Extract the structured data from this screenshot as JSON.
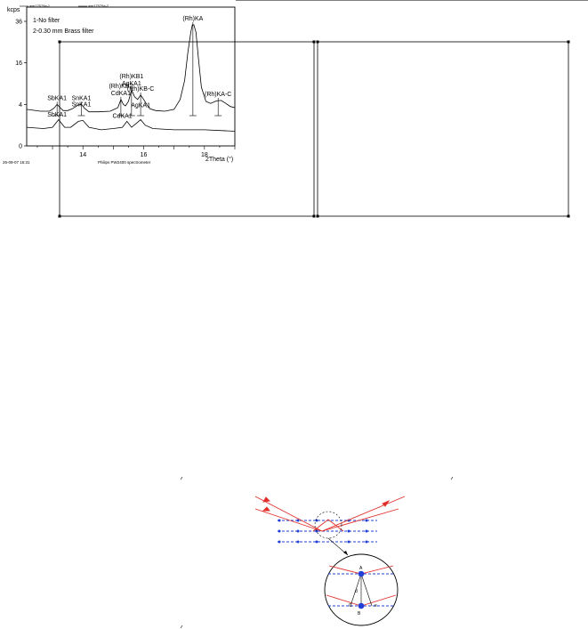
{
  "chart_data": {
    "type": "line",
    "ylabel": "kcps",
    "xlabel": "2Theta (°)",
    "yticks": [
      0,
      4,
      16,
      36
    ],
    "xticks": [
      14,
      16,
      18
    ],
    "xlim": [
      12.15,
      19.0
    ],
    "legend_swatches": [
      "wm17679a-1",
      "wm17579a-2"
    ],
    "legend_lines": [
      "1-No filter",
      "2-0.30 mm Brass filter"
    ],
    "footer_left": "26-09-07 15:31",
    "footer_mid": "Philips PW2400 spectrometer",
    "series": [
      {
        "x": [
          12.15,
          12.6,
          12.9,
          13.05,
          13.15,
          13.25,
          13.35,
          13.5,
          13.65,
          13.85,
          13.95,
          14.05,
          14.2,
          14.5,
          14.9,
          15.15,
          15.25,
          15.33,
          15.4,
          15.5,
          15.6,
          15.7,
          15.8,
          15.9,
          16.0,
          16.1,
          16.2,
          16.4,
          16.7,
          17.0,
          17.2,
          17.35,
          17.45,
          17.55,
          17.6,
          17.65,
          17.72,
          17.8,
          17.9,
          18.05,
          18.2,
          18.4,
          18.55,
          18.7,
          18.85,
          19.0
        ],
        "y": [
          3.1,
          2.8,
          2.8,
          3.3,
          4.0,
          3.4,
          2.9,
          2.9,
          3.2,
          3.9,
          4.0,
          3.3,
          2.7,
          2.7,
          2.8,
          3.4,
          5.0,
          4.0,
          3.7,
          4.6,
          7.3,
          5.6,
          5.0,
          6.0,
          5.0,
          4.0,
          3.2,
          2.9,
          2.8,
          3.1,
          5.0,
          10.0,
          20.0,
          30.0,
          34.0,
          34.0,
          30.0,
          18.0,
          8.0,
          4.6,
          4.2,
          4.7,
          4.8,
          4.2,
          3.6,
          3.4
        ]
      },
      {
        "x": [
          12.15,
          12.7,
          13.0,
          13.2,
          13.4,
          13.6,
          13.85,
          14.0,
          14.2,
          14.6,
          15.0,
          15.3,
          15.45,
          15.6,
          15.8,
          15.9,
          16.05,
          16.3,
          17.0,
          18.0,
          19.0
        ],
        "y": [
          0.8,
          0.7,
          0.8,
          1.6,
          0.8,
          0.8,
          1.4,
          1.5,
          0.8,
          0.6,
          0.7,
          0.8,
          1.4,
          0.8,
          1.3,
          1.6,
          1.0,
          0.7,
          0.6,
          0.6,
          0.5
        ]
      }
    ],
    "peaks": [
      {
        "label": "SbKA1",
        "x": 13.15,
        "y": 4.0
      },
      {
        "label": "SnKA1",
        "x": 13.95,
        "y": 4.0
      },
      {
        "label": "CdKA1",
        "x": 15.25,
        "y": 5.0
      },
      {
        "label": "(Rh)KB2",
        "x": 15.25,
        "y": 5.0
      },
      {
        "label": "AgKA1",
        "x": 15.6,
        "y": 7.3
      },
      {
        "label": "(Rh)KB1",
        "x": 15.6,
        "y": 7.3
      },
      {
        "label": "(Rh)KB-C",
        "x": 15.9,
        "y": 6.0
      },
      {
        "label": "(Rh)KA",
        "x": 17.62,
        "y": 34.0
      },
      {
        "label": "(Rh)KA-C",
        "x": 18.45,
        "y": 4.8
      }
    ],
    "lower_labels": [
      "SnKA1",
      "SbKA1",
      "CdKA1",
      "AgKA1"
    ]
  },
  "diagram": {
    "labels": [
      "A",
      "B",
      "C",
      "d",
      "e"
    ],
    "colors": {
      "beam": "#e0302a",
      "plane": "#1f3fd6",
      "atom": "#1f3fd6"
    }
  }
}
